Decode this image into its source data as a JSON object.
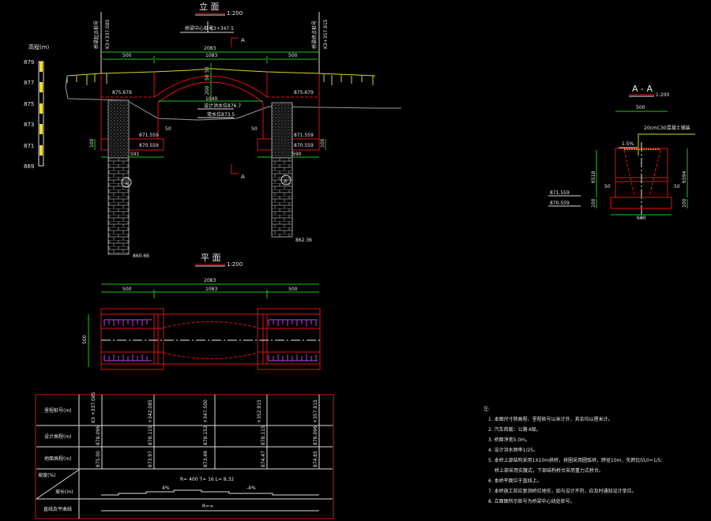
{
  "elevation_view": {
    "title": "立  面",
    "scale": "1:200",
    "center_stake_label": "桥梁中心桩号",
    "center_stake": "K3+347.5",
    "start_label": "桥梁起点桩号",
    "start_stake": "K3+337.085",
    "end_label": "桥梁终点桩号",
    "end_stake": "K3+357.915",
    "dim_total": "2083",
    "dim_left": "500",
    "dim_mid": "1083",
    "dim_right": "500",
    "dim_crown_top": "50",
    "dim_crown_ring": "50",
    "dim_rise": "200",
    "dim_span": "1040",
    "flood_level": "设计洪水位876.7",
    "normal_level": "常水位873.5",
    "elev_top_left": "875.679",
    "elev_top_right": "875.679",
    "elev_found_left": "871.559",
    "elev_found_right": "871.559",
    "elev_base_left": "870.559",
    "elev_base_right": "870.559",
    "dim_step_left": "50",
    "dim_step_right": "50",
    "dim_footing_left": "100",
    "dim_footing_right": "100",
    "dim_width_left": "591",
    "dim_width_right": "590",
    "pile_left_id": "②",
    "pile_right_id": "①",
    "pile_left_bottom": "860.66",
    "pile_right_bottom": "862.36",
    "section_mark": "A"
  },
  "elevation_scale": {
    "title": "高程(m)",
    "ticks": [
      "879",
      "877",
      "875",
      "873",
      "871",
      "869"
    ]
  },
  "plan_view": {
    "title": "平  面",
    "scale": "1:200",
    "dim_total": "2083",
    "dim_left": "500",
    "dim_mid": "1083",
    "dim_right": "500",
    "dim_width": "500"
  },
  "section_aa": {
    "title": "A - A",
    "scale": "1:200",
    "dim_top": "500",
    "pavement_note": "20cmC30混凝土铺装",
    "slope": "1.5%",
    "dim_left_height": "6518",
    "dim_right_height": "6594",
    "dim_left_step": "50",
    "dim_right_step": "50",
    "dim_left_footing": "100",
    "dim_right_footing": "100",
    "dim_bottom": "600",
    "elev_1": "871.559",
    "elev_2": "870.559"
  },
  "profile_table": {
    "row_labels": [
      "里程桩号(m)",
      "设计高程(m)",
      "地面高程(m)",
      "坡度(%)",
      "坡长(m)",
      "直线及平曲线"
    ],
    "stations": [
      "K3\n+337.085",
      "+342.085",
      "+347.500",
      "+352.915",
      "+357.915"
    ],
    "design_elevations": [
      "878.096",
      "878.115",
      "878.152",
      "878.115",
      "878.096"
    ],
    "ground_elevations": [
      "875.00",
      "873.97",
      "873.49",
      "874.47",
      "874.65"
    ],
    "vertical_curve": "R= 400  T= 16  L= 8.32",
    "grade_left": "4%",
    "grade_right": "-4%",
    "alignment": "R=∞"
  },
  "notes": {
    "heading": "注:",
    "items": [
      "1. 本图尺寸除高程、里程桩号以米计外，其余均以厘米计。",
      "2. 汽车荷载：公路-Ⅱ级。",
      "3. 桥面净宽5.0m。",
      "4. 设计洪水频率1/25。",
      "5. 本桥上部结构采用1X10m拱桥，拱圈采用圆弧拱，跨径10m，矢跨比f/L0=1/5;",
      "   桥上部采用实腹式，下部结构桥台采用重力式桥台。",
      "6. 本桥平面位于直线上。",
      "7. 本桥施工前应复测桥位地形，如与设计不符，应及时通知设计单位。",
      "8. 立面图所示桩号为桥梁中心线处桩号。"
    ]
  }
}
